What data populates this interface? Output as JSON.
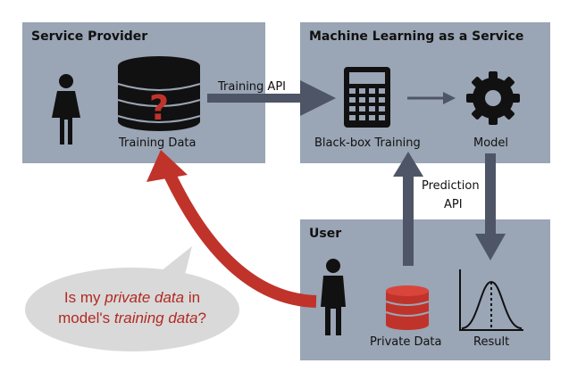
{
  "panels": {
    "service_provider": {
      "title": "Service Provider"
    },
    "mlaas": {
      "title": "Machine Learning as a Service"
    },
    "user": {
      "title": "User"
    }
  },
  "labels": {
    "training_data": "Training Data",
    "training_api": "Training API",
    "blackbox_training": "Black-box Training",
    "model": "Model",
    "prediction_api_line1": "Prediction",
    "prediction_api_line2": "API",
    "private_data": "Private Data",
    "result": "Result"
  },
  "bubble": {
    "part1": "Is my ",
    "part2": "private data",
    "part3": " in",
    "part4": "model's ",
    "part5": "training data",
    "part6": "?"
  },
  "colors": {
    "panel": "#9aa5b5",
    "arrow": "#4d5566",
    "accent_red": "#c0332b",
    "bubble": "#d9d9d9"
  },
  "icons": [
    "person-icon",
    "database-icon",
    "question-mark-icon",
    "calculator-icon",
    "gear-icon",
    "bell-curve-icon"
  ]
}
